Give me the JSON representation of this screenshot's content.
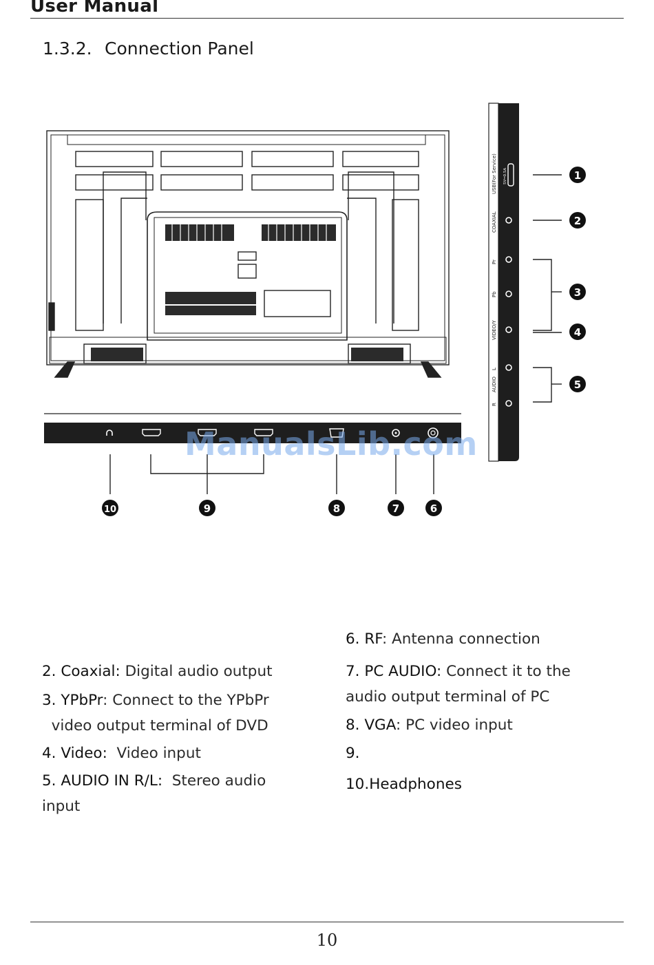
{
  "header": {
    "title": "User Manual"
  },
  "section": {
    "number": "1.3.2.",
    "title": "Connection Panel"
  },
  "side_panel": {
    "labels": [
      "USB(For Service)",
      "5V⎓0.5A",
      "COAXIAL",
      "Pr",
      "Pb",
      "VIDEO/Y",
      "L",
      "AUDIO",
      "R"
    ],
    "callouts": [
      "1",
      "2",
      "3",
      "4",
      "5"
    ]
  },
  "bottom_panel": {
    "callouts": [
      "10",
      "9",
      "8",
      "7",
      "6"
    ]
  },
  "watermark": "ManualsLib.com",
  "descriptions": {
    "left": [
      {
        "key": "2. Coaxial:",
        "text": " Digital audio output"
      },
      {
        "key": "3. YPbPr",
        "text": ":  Connect to the YPbPr"
      },
      {
        "key": "",
        "text": "  video output terminal of DVD"
      },
      {
        "key": "4. Video:",
        "text": "  Video input"
      },
      {
        "key": "5. AUDIO IN R/L:",
        "text": "  Stereo audio"
      },
      {
        "key": "",
        "text": "input"
      }
    ],
    "right": [
      {
        "key": "6. RF",
        "text": ": Antenna connection"
      },
      {
        "key": "7. PC AUDIO:",
        "text": " Connect it to the"
      },
      {
        "key": "",
        "text": "audio output terminal of PC"
      },
      {
        "key": "8. VGA",
        "text": ": PC video input"
      },
      {
        "key": "9.",
        "text": ""
      },
      {
        "key": "10.Headphones",
        "text": ""
      }
    ]
  },
  "page_number": "10"
}
